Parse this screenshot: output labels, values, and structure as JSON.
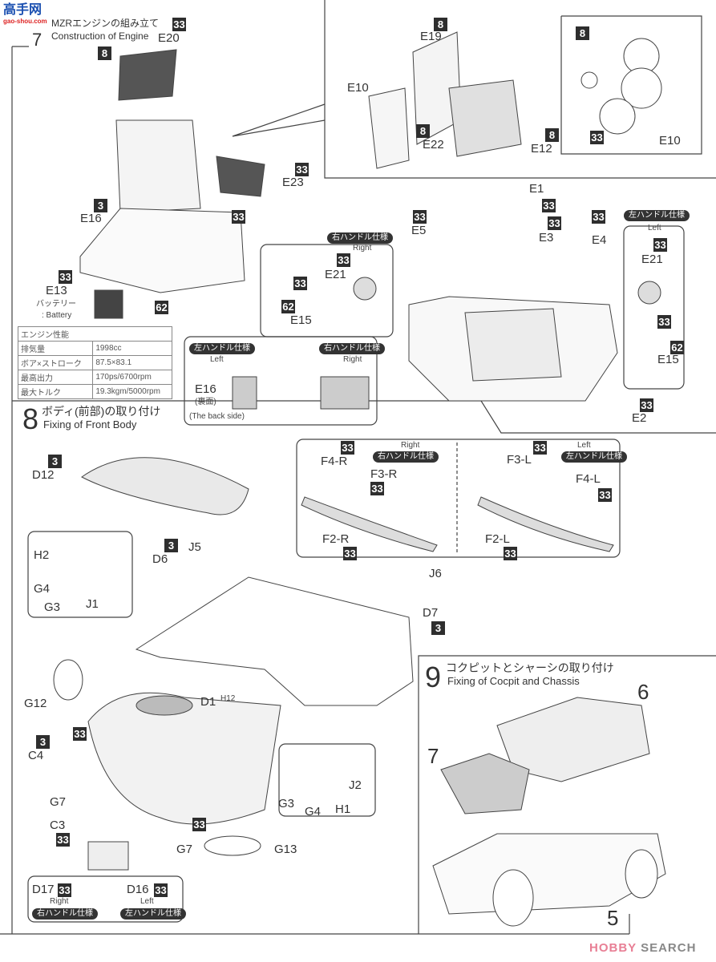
{
  "logo": {
    "text": "高手网",
    "sub": "gao-shou.com"
  },
  "step7": {
    "number": "7",
    "title_jp": "MZRエンジンの組み立て",
    "title_en": "Construction of Engine"
  },
  "step8": {
    "number": "8",
    "title_jp": "ボディ(前部)の取り付け",
    "title_en": "Fixing of Front Body"
  },
  "step9": {
    "number": "9",
    "title_jp": "コクピットとシャーシの取り付け",
    "title_en": "Fixing of Cocpit  and Chassis"
  },
  "engine_spec": {
    "title": "エンジン性能",
    "rows": [
      {
        "label": "排気量",
        "value": "1998cc"
      },
      {
        "label": "ボア×ストローク",
        "value": "87.5×83.1"
      },
      {
        "label": "最高出力",
        "value": "170ps/6700rpm"
      },
      {
        "label": "最大トルク",
        "value": "19.3kgm/5000rpm"
      }
    ]
  },
  "parts": [
    {
      "t": "33",
      "k": "badge"
    },
    {
      "t": "E20",
      "k": "part"
    },
    {
      "t": "8",
      "k": "badge"
    },
    {
      "t": "3",
      "k": "badge"
    },
    {
      "t": "E16",
      "k": "part"
    },
    {
      "t": "33",
      "k": "badge"
    },
    {
      "t": "33",
      "k": "badge"
    },
    {
      "t": "E23",
      "k": "part"
    },
    {
      "t": "33",
      "k": "badge"
    },
    {
      "t": "E13",
      "k": "part"
    },
    {
      "t": "バッテリー",
      "k": "note"
    },
    {
      "t": ": Battery",
      "k": "note"
    },
    {
      "t": "62",
      "k": "badge"
    },
    {
      "t": "8",
      "k": "badge"
    },
    {
      "t": "E19",
      "k": "part"
    },
    {
      "t": "E10",
      "k": "part"
    },
    {
      "t": "8",
      "k": "badge"
    },
    {
      "t": "E22",
      "k": "part"
    },
    {
      "t": "8",
      "k": "badge"
    },
    {
      "t": "E12",
      "k": "part"
    },
    {
      "t": "8",
      "k": "badge"
    },
    {
      "t": "33",
      "k": "badge"
    },
    {
      "t": "E10",
      "k": "part"
    },
    {
      "t": "E1",
      "k": "part"
    },
    {
      "t": "33",
      "k": "badge"
    },
    {
      "t": "33",
      "k": "badge"
    },
    {
      "t": "E5",
      "k": "part"
    },
    {
      "t": "33",
      "k": "badge"
    },
    {
      "t": "E3",
      "k": "part"
    },
    {
      "t": "33",
      "k": "badge"
    },
    {
      "t": "E4",
      "k": "part"
    },
    {
      "t": "右ハンドル仕様",
      "k": "pill"
    },
    {
      "t": "Right",
      "k": "note"
    },
    {
      "t": "33",
      "k": "badge"
    },
    {
      "t": "E21",
      "k": "part"
    },
    {
      "t": "33",
      "k": "badge"
    },
    {
      "t": "62",
      "k": "badge"
    },
    {
      "t": "E15",
      "k": "part"
    },
    {
      "t": "左ハンドル仕様",
      "k": "pill"
    },
    {
      "t": "Left",
      "k": "note"
    },
    {
      "t": "33",
      "k": "badge"
    },
    {
      "t": "E21",
      "k": "part"
    },
    {
      "t": "33",
      "k": "badge"
    },
    {
      "t": "62",
      "k": "badge"
    },
    {
      "t": "E15",
      "k": "part"
    },
    {
      "t": "33",
      "k": "badge"
    },
    {
      "t": "E2",
      "k": "part"
    },
    {
      "t": "左ハンドル仕様",
      "k": "pill"
    },
    {
      "t": "Left",
      "k": "note"
    },
    {
      "t": "右ハンドル仕様",
      "k": "pill"
    },
    {
      "t": "Right",
      "k": "note"
    },
    {
      "t": "E16",
      "k": "part"
    },
    {
      "t": "(裏面)",
      "k": "note"
    },
    {
      "t": "(The back side)",
      "k": "note"
    },
    {
      "t": "3",
      "k": "badge"
    },
    {
      "t": "D12",
      "k": "part"
    },
    {
      "t": "Right",
      "k": "note"
    },
    {
      "t": "右ハンドル仕様",
      "k": "pill"
    },
    {
      "t": "33",
      "k": "badge"
    },
    {
      "t": "F4-R",
      "k": "part"
    },
    {
      "t": "F3-R",
      "k": "part"
    },
    {
      "t": "33",
      "k": "badge"
    },
    {
      "t": "F2-R",
      "k": "part"
    },
    {
      "t": "33",
      "k": "badge"
    },
    {
      "t": "33",
      "k": "badge"
    },
    {
      "t": "Left",
      "k": "note"
    },
    {
      "t": "左ハンドル仕様",
      "k": "pill"
    },
    {
      "t": "F3-L",
      "k": "part"
    },
    {
      "t": "F4-L",
      "k": "part"
    },
    {
      "t": "33",
      "k": "badge"
    },
    {
      "t": "F2-L",
      "k": "part"
    },
    {
      "t": "33",
      "k": "badge"
    },
    {
      "t": "3",
      "k": "badge"
    },
    {
      "t": "D6",
      "k": "part"
    },
    {
      "t": "J5",
      "k": "part"
    },
    {
      "t": "H2",
      "k": "part"
    },
    {
      "t": "G4",
      "k": "part"
    },
    {
      "t": "G3",
      "k": "part"
    },
    {
      "t": "J1",
      "k": "part"
    },
    {
      "t": "J6",
      "k": "part"
    },
    {
      "t": "D7",
      "k": "part"
    },
    {
      "t": "3",
      "k": "badge"
    },
    {
      "t": "G12",
      "k": "part"
    },
    {
      "t": "D1",
      "k": "part"
    },
    {
      "t": "H12",
      "k": "note"
    },
    {
      "t": "3",
      "k": "badge"
    },
    {
      "t": "C4",
      "k": "part"
    },
    {
      "t": "33",
      "k": "badge"
    },
    {
      "t": "G7",
      "k": "part"
    },
    {
      "t": "C3",
      "k": "part"
    },
    {
      "t": "33",
      "k": "badge"
    },
    {
      "t": "33",
      "k": "badge"
    },
    {
      "t": "G7",
      "k": "part"
    },
    {
      "t": "G13",
      "k": "part"
    },
    {
      "t": "J2",
      "k": "part"
    },
    {
      "t": "G3",
      "k": "part"
    },
    {
      "t": "G4",
      "k": "part"
    },
    {
      "t": "H1",
      "k": "part"
    },
    {
      "t": "D17",
      "k": "part"
    },
    {
      "t": "33",
      "k": "badge"
    },
    {
      "t": "Right",
      "k": "note"
    },
    {
      "t": "右ハンドル仕様",
      "k": "pill"
    },
    {
      "t": "D16",
      "k": "part"
    },
    {
      "t": "33",
      "k": "badge"
    },
    {
      "t": "Left",
      "k": "note"
    },
    {
      "t": "左ハンドル仕様",
      "k": "pill"
    },
    {
      "t": "6",
      "k": "big"
    },
    {
      "t": "7",
      "k": "big"
    },
    {
      "t": "5",
      "k": "big"
    }
  ],
  "watermark": {
    "a": "HOBBY",
    "b": "SEARCH"
  }
}
